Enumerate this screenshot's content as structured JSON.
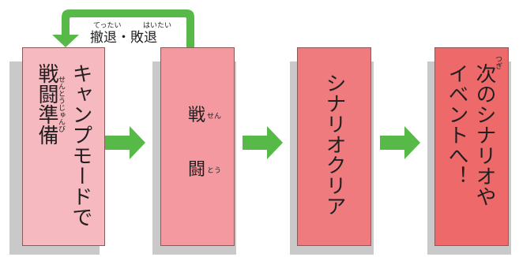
{
  "colors": {
    "arrow": "#57b947",
    "box1": "#f6b9c0",
    "box2": "#f3999f",
    "box3": "#f07b7e",
    "box4": "#ee6a6a",
    "shadow": "#c9c9c9"
  },
  "loop": {
    "label": "撤退・敗退",
    "ruby_left": "てったい",
    "ruby_right": "はいたい"
  },
  "boxes": [
    {
      "line1": "キャンプモードで",
      "line2": "戦闘準備",
      "ruby": "せんとうじゅんび"
    },
    {
      "char1": "戦",
      "ruby1": "せん",
      "char2": "闘",
      "ruby2": "とう"
    },
    {
      "line1": "シナリオクリア"
    },
    {
      "line1": "次のシナリオや",
      "ruby": "つぎ",
      "line2": "イベントへ！"
    }
  ]
}
